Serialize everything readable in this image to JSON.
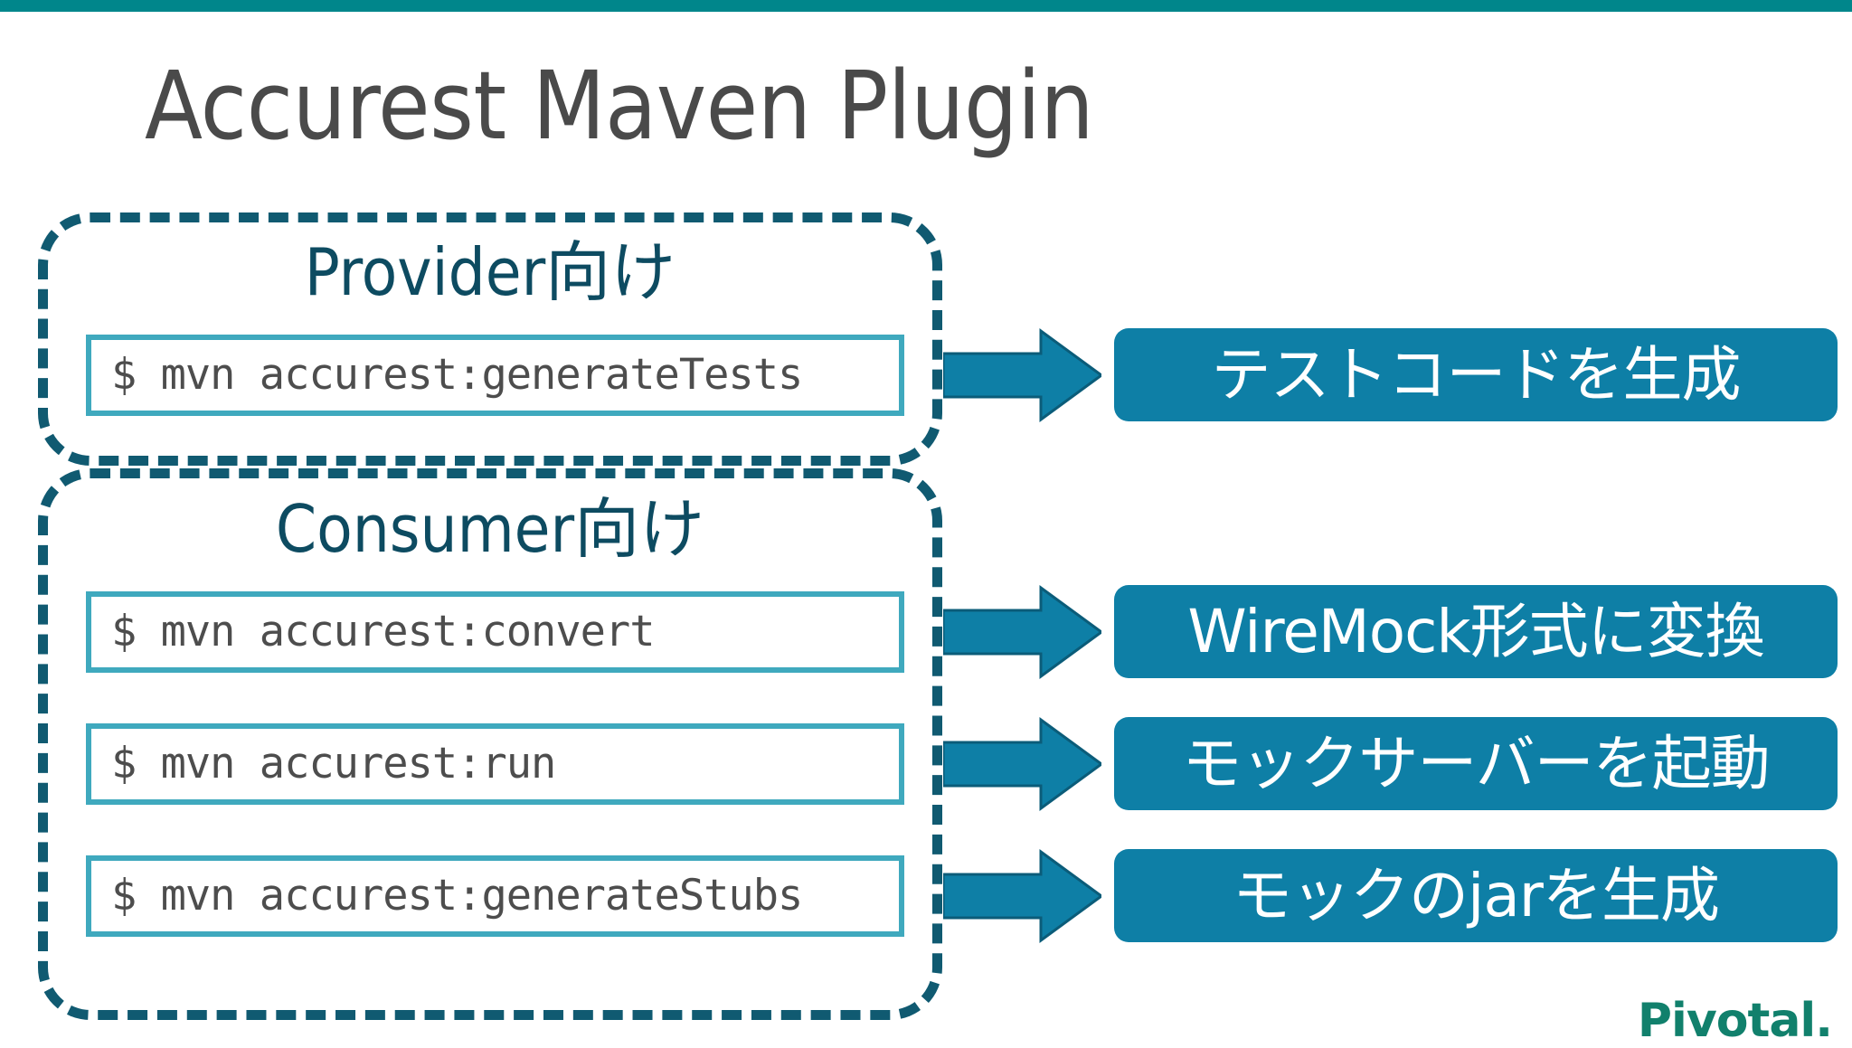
{
  "slide": {
    "title": "Accurest Maven Plugin",
    "top_bar_color": "#00868B",
    "background_color": "#ffffff"
  },
  "groups": [
    {
      "id": "provider",
      "heading": "Provider向け",
      "border_style": "dashed",
      "border_color": "#105A71"
    },
    {
      "id": "consumer",
      "heading": "Consumer向け",
      "border_style": "dashed",
      "border_color": "#105A71"
    }
  ],
  "commands": [
    {
      "text": "$ mvn accurest:generateTests",
      "group": "provider"
    },
    {
      "text": "$ mvn accurest:convert",
      "group": "consumer"
    },
    {
      "text": "$ mvn accurest:run",
      "group": "consumer"
    },
    {
      "text": "$ mvn accurest:generateStubs",
      "group": "consumer"
    }
  ],
  "arrows": [
    {
      "icon": "right-arrow-icon",
      "color": "#0E7FA6"
    },
    {
      "icon": "right-arrow-icon",
      "color": "#0E7FA6"
    },
    {
      "icon": "right-arrow-icon",
      "color": "#0E7FA6"
    },
    {
      "icon": "right-arrow-icon",
      "color": "#0E7FA6"
    }
  ],
  "results": [
    {
      "text": "テストコードを生成",
      "color": "#0E7FA6"
    },
    {
      "text": "WireMock形式に変換",
      "color": "#0E7FA6"
    },
    {
      "text": "モックサーバーを起動",
      "color": "#0E7FA6"
    },
    {
      "text": "モックのjarを生成",
      "color": "#0E7FA6"
    }
  ],
  "branding": {
    "logo_text": "Pivotal.",
    "logo_color": "#11806C"
  },
  "command_box_style": {
    "border_color": "#3FA9BE",
    "text_color": "#4d4d4d",
    "background": "#ffffff"
  },
  "title_color": "#4a4a4a",
  "heading_color": "#0D4B61"
}
